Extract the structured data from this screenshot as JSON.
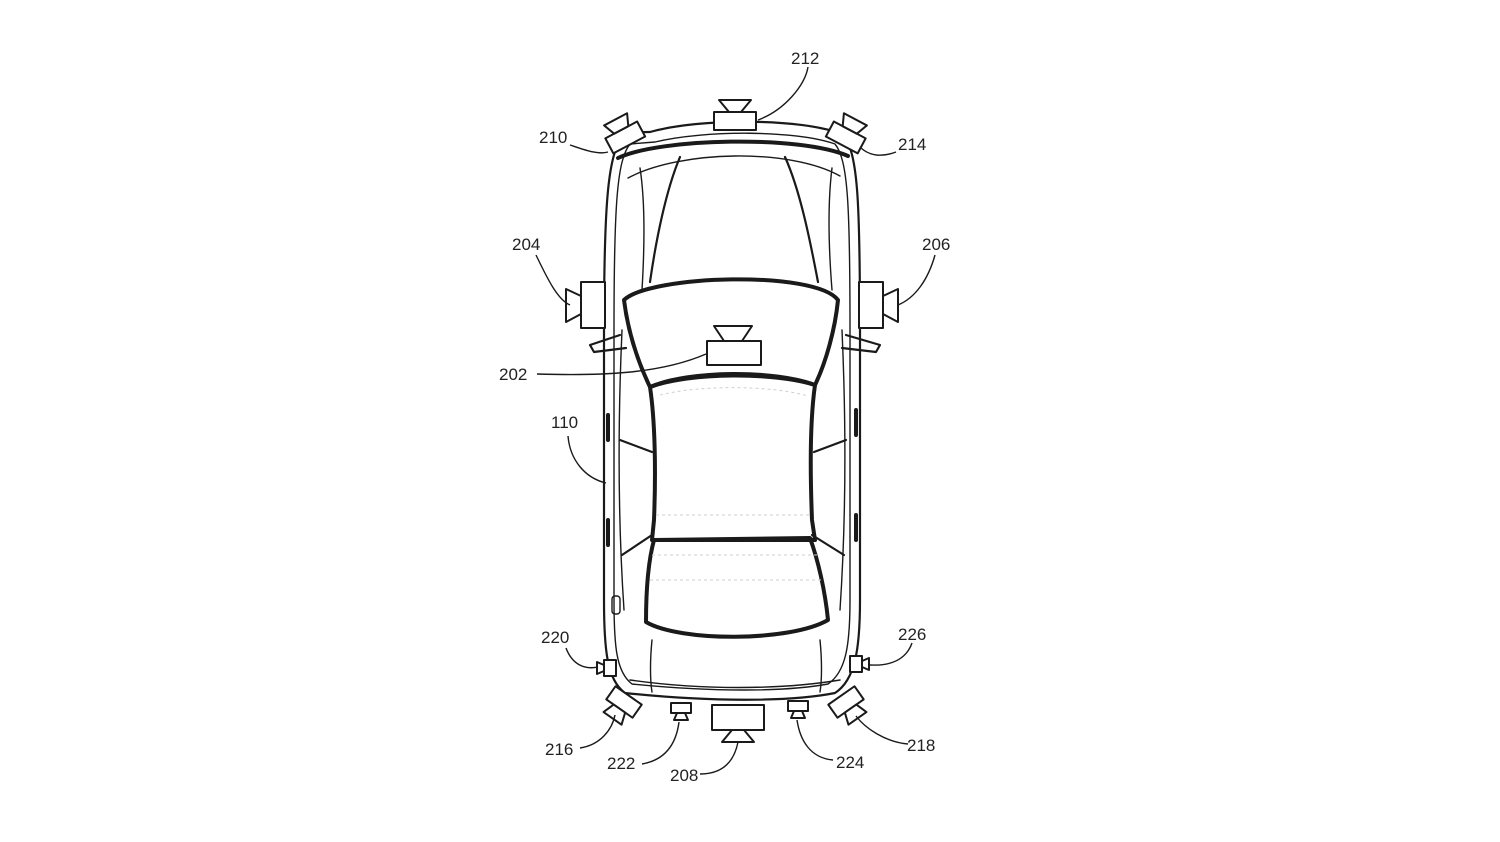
{
  "labels": {
    "ref_212": "212",
    "ref_210": "210",
    "ref_214": "214",
    "ref_204": "204",
    "ref_206": "206",
    "ref_202": "202",
    "ref_110": "110",
    "ref_220": "220",
    "ref_226": "226",
    "ref_216": "216",
    "ref_222": "222",
    "ref_208": "208",
    "ref_224": "224",
    "ref_218": "218"
  }
}
